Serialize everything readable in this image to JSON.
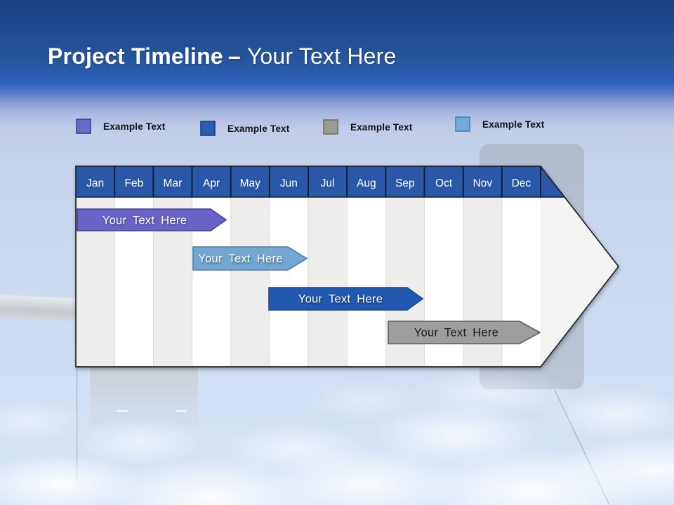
{
  "header": {
    "title": "Project Timeline",
    "dash": "–",
    "subtitle": "Your Text Here"
  },
  "legend": {
    "items": [
      {
        "label": "Example Text",
        "fill": "#666BC7",
        "border": "#3D3F9A"
      },
      {
        "label": "Example Text",
        "fill": "#2B5CAD",
        "border": "#1E3E78"
      },
      {
        "label": "Example Text",
        "fill": "#9B9B95",
        "border": "#71716B"
      },
      {
        "label": "Example Text",
        "fill": "#74AADB",
        "border": "#4C80AF"
      }
    ]
  },
  "timeline": {
    "months": [
      "Jan",
      "Feb",
      "Mar",
      "Apr",
      "May",
      "Jun",
      "Jul",
      "Aug",
      "Sep",
      "Oct",
      "Nov",
      "Dec"
    ],
    "header_fill": "#2A57A7",
    "arrow_body_fill": "#F4F4F2",
    "bars": [
      {
        "label": "Your Text Here",
        "fill": "#6A63C6",
        "border": "#453F96",
        "text_color": "#FFFFFF",
        "start_month": "Jan",
        "end_month": "Apr"
      },
      {
        "label": "Your Text Here",
        "fill": "#73A7D2",
        "border": "#4F7DA8",
        "text_color": "#FFFFFF",
        "start_month": "Apr",
        "end_month": "Jun"
      },
      {
        "label": "Your Text Here",
        "fill": "#2158B0",
        "border": "#1A4489",
        "text_color": "#FFFFFF",
        "start_month": "Jun",
        "end_month": "Sep"
      },
      {
        "label": "Your Text Here",
        "fill": "#9D9D9D",
        "border": "#606060",
        "text_color": "#1A1A1A",
        "start_month": "Sep",
        "end_month": "Dec"
      }
    ]
  }
}
